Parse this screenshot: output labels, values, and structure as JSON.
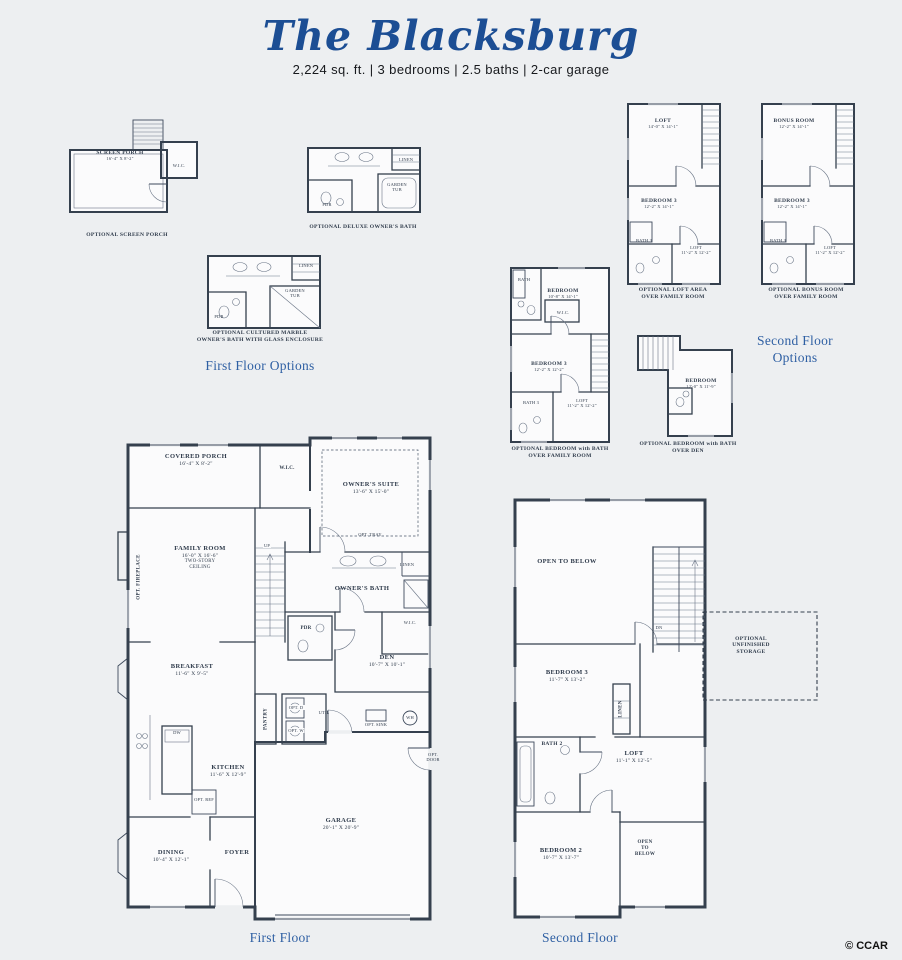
{
  "header": {
    "title": "The Blacksburg",
    "subtitle": "2,224 sq. ft.  |  3 bedrooms  |  2.5 baths  |  2-car garage"
  },
  "section_labels": {
    "first_floor_options": "First Floor Options",
    "second_floor_options_line1": "Second Floor",
    "second_floor_options_line2": "Options",
    "first_floor": "First Floor",
    "second_floor": "Second Floor"
  },
  "footer": {
    "copyright": "© CCAR"
  },
  "opt_screen_porch": {
    "name": "SCREEN PORCH",
    "dims": "16'-4\" X 8'-2\"",
    "wic": "W.I.C.",
    "caption": "OPTIONAL SCREEN PORCH"
  },
  "opt_deluxe_bath": {
    "linen": "LINEN",
    "garden": "GARDEN",
    "tub": "TUB",
    "pdr": "PDR",
    "caption": "OPTIONAL DELUXE OWNER'S BATH"
  },
  "opt_cultured_bath": {
    "linen": "LINEN",
    "garden": "GARDEN",
    "tub": "TUB",
    "pdr": "PDR",
    "caption_line1": "OPTIONAL CULTURED  MARBLE",
    "caption_line2": "OWNER'S BATH WITH GLASS ENCLOSURE"
  },
  "opt_loft_area": {
    "loft_name": "LOFT",
    "loft_dims": "14'-0\" X 14'-1\"",
    "bedroom3_name": "BEDROOM 3",
    "bedroom3_dims": "12'-2\" X 14'-1\"",
    "bath3": "BATH 3",
    "loft2_name": "LOFT",
    "loft2_dims": "11'-2\" X 12'-2\"",
    "caption_line1": "OPTIONAL LOFT AREA",
    "caption_line2": "OVER FAMILY ROOM"
  },
  "opt_bonus_room": {
    "bonus_name": "BONUS ROOM",
    "bonus_dims": "12'-2\" X 14'-1\"",
    "bedroom3_name": "BEDROOM 3",
    "bedroom3_dims": "12'-2\" X 14'-1\"",
    "bath3": "BATH 3",
    "loft_name": "LOFT",
    "loft_dims": "11'-2\" X 12'-2\"",
    "caption_line1": "OPTIONAL BONUS ROOM",
    "caption_line2": "OVER FAMILY ROOM"
  },
  "opt_bedroom_family": {
    "bath": "BATH",
    "bedroom_name": "BEDROOM",
    "bedroom_dims": "10'-8\" X 14'-1\"",
    "wic": "W.I.C.",
    "bedroom3_name": "BEDROOM 3",
    "bedroom3_dims": "12'-2\" X 12'-2\"",
    "bath3": "BATH 3",
    "loft_name": "LOFT",
    "loft_dims": "11'-2\" X 12'-2\"",
    "caption_line1": "OPTIONAL BEDROOM with BATH",
    "caption_line2": "OVER FAMILY ROOM"
  },
  "opt_bedroom_den": {
    "bedroom_name": "BEDROOM",
    "bedroom_dims": "12'-0\" X 11'-9\"",
    "caption_line1": "OPTIONAL BEDROOM  with BATH",
    "caption_line2": "OVER DEN"
  },
  "first_floor": {
    "covered_porch_name": "COVERED PORCH",
    "covered_porch_dims": "16'-4\" X 8'-2\"",
    "wic1": "W.I.C.",
    "owners_suite_name": "OWNER'S SUITE",
    "owners_suite_dims": "13'-6\" X 15'-0\"",
    "opt_tray": "OPT. TRAY",
    "family_room_name": "FAMILY ROOM",
    "family_room_dims": "16'-0\" X 16'-6\"",
    "family_room_note1": "TWO-STORY",
    "family_room_note2": "CEILING",
    "opt_fireplace": "OPT. FIREPLACE",
    "up": "UP",
    "owners_bath": "OWNER'S BATH",
    "linen": "LINEN",
    "pdr": "PDR",
    "wic2": "W.I.C.",
    "den_name": "DEN",
    "den_dims": "10'-7\" X 10'-1\"",
    "breakfast_name": "BREAKFAST",
    "breakfast_dims": "11'-6\" X 9'-5\"",
    "pantry": "PANTRY",
    "opt_d": "OPT. D",
    "util": "UTIL",
    "opt_w": "OPT. W",
    "opt_sink": "OPT. SINK",
    "wh": "WH",
    "dw": "DW",
    "kitchen_name": "KITCHEN",
    "kitchen_dims": "11'-6\" X 12'-9\"",
    "opt_ref": "OPT. REF",
    "opt_door_line1": "OPT.",
    "opt_door_line2": "DOOR",
    "dining_name": "DINING",
    "dining_dims": "10'-4\" X 12'-1\"",
    "foyer": "FOYER",
    "garage_name": "GARAGE",
    "garage_dims": "20'-1\" X 20'-9\""
  },
  "second_floor": {
    "open_to_below": "OPEN TO BELOW",
    "dn": "DN",
    "storage_line1": "OPTIONAL",
    "storage_line2": "UNFINISHED",
    "storage_line3": "STORAGE",
    "bedroom3_name": "BEDROOM 3",
    "bedroom3_dims": "11'-7\" X 13'-2\"",
    "linen": "LINEN",
    "bath2": "BATH 2",
    "loft_name": "LOFT",
    "loft_dims": "11'-1\" X 12'-5\"",
    "bedroom2_name": "BEDROOM 2",
    "bedroom2_dims": "10'-7\" X 13'-7\"",
    "open_small_line1": "OPEN",
    "open_small_line2": "TO",
    "open_small_line3": "BELOW"
  }
}
